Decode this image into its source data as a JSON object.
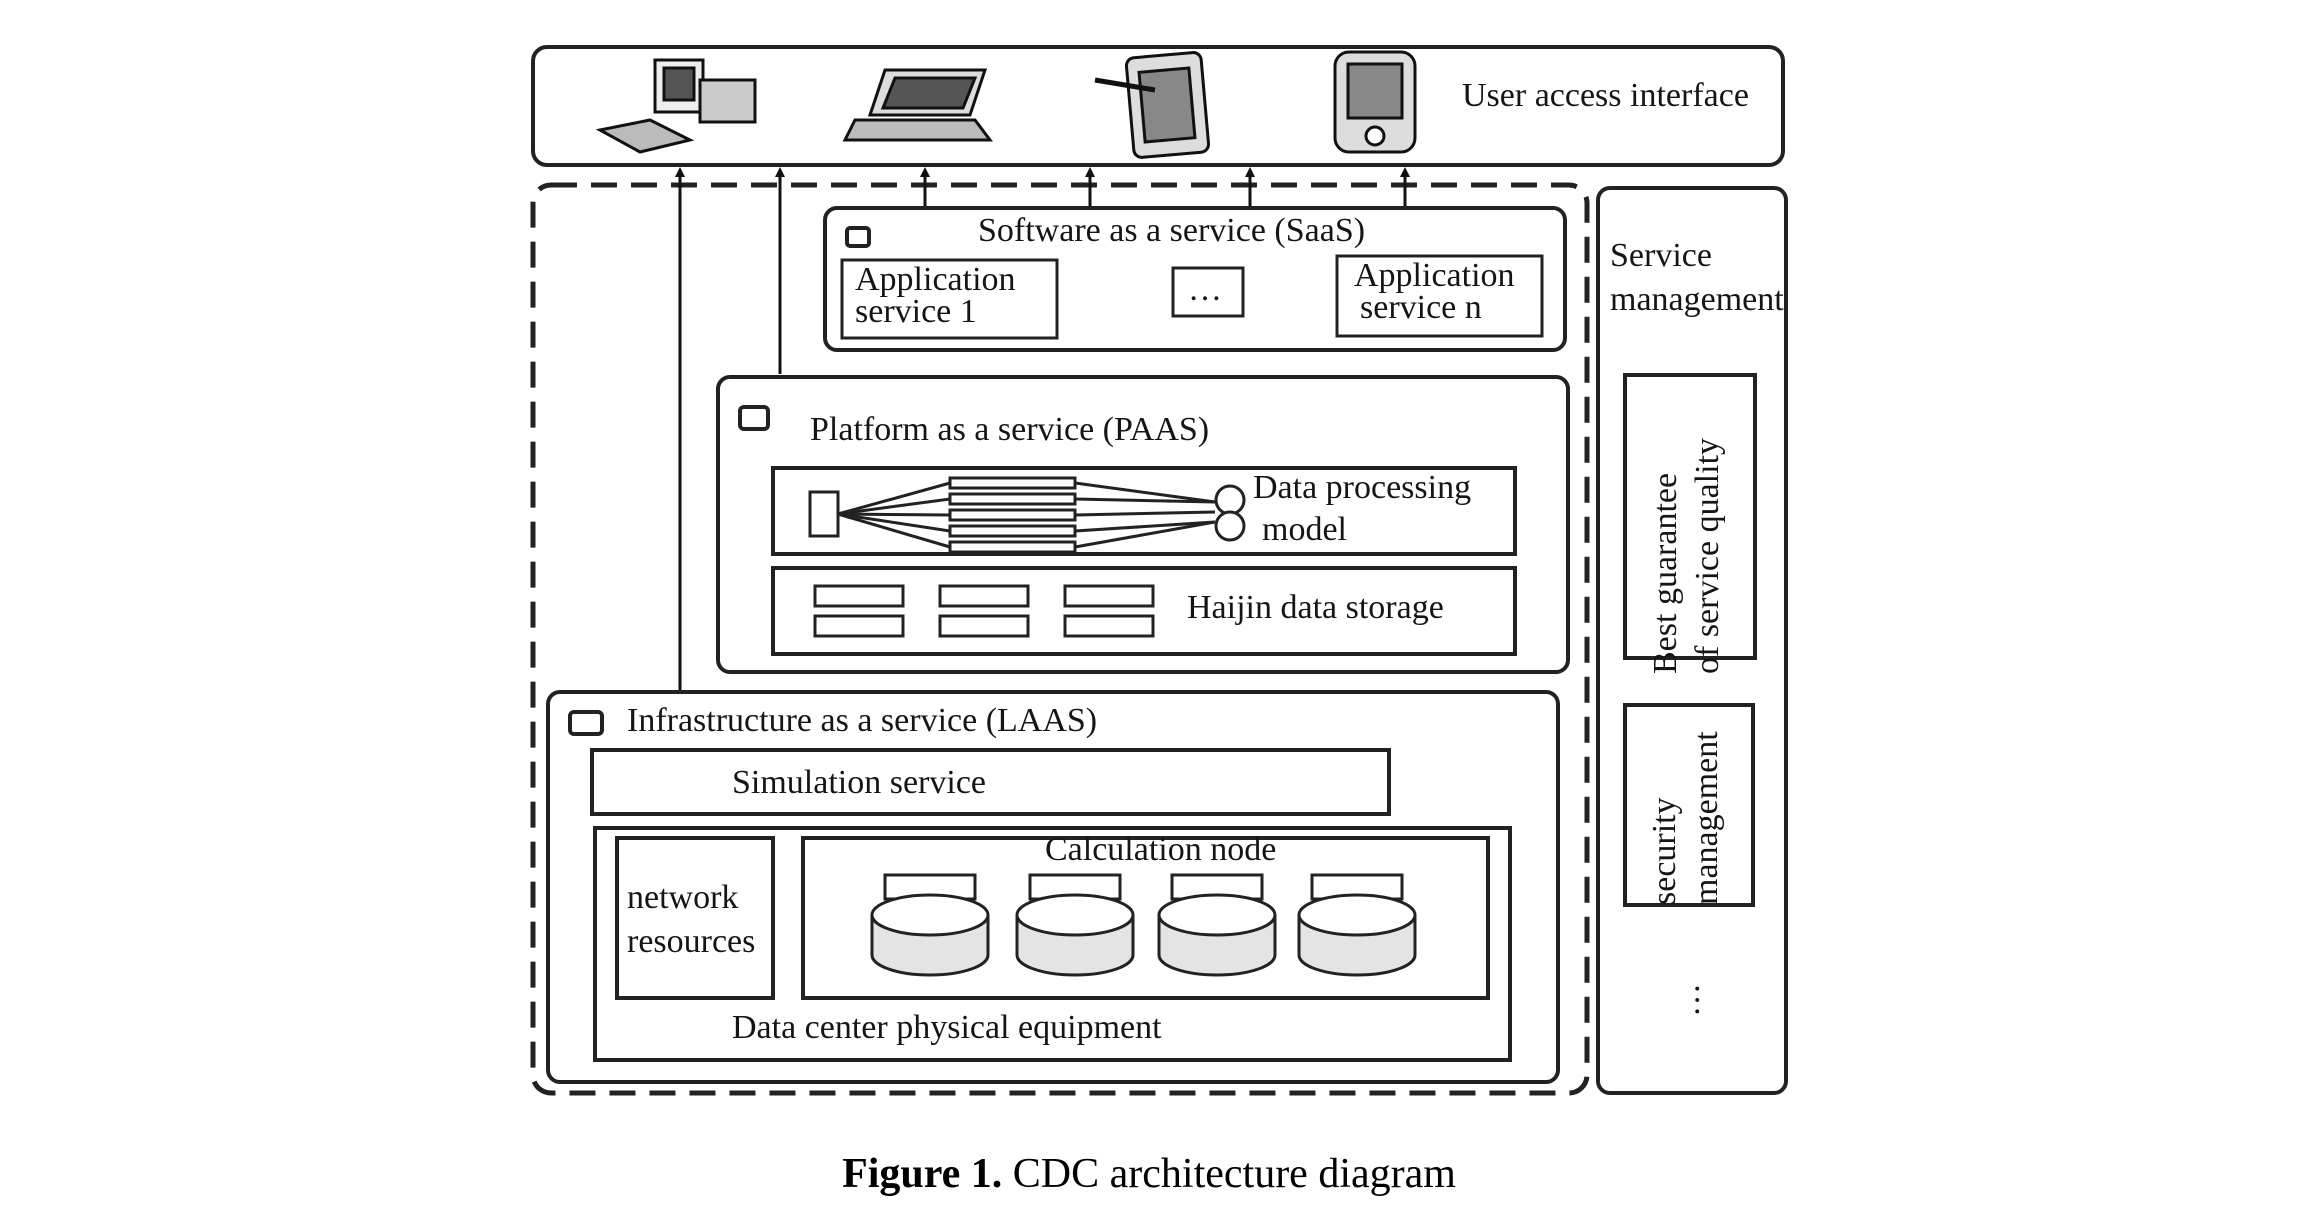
{
  "user_access": {
    "label": "User access interface"
  },
  "saas": {
    "title": "Software as a service (SaaS)",
    "app1": [
      "Application",
      "service 1"
    ],
    "ellipsis": "…",
    "appn": [
      "Application",
      "service n"
    ]
  },
  "paas": {
    "title": "Platform as a service (PAAS)",
    "processing": [
      "Data processing",
      "model"
    ],
    "storage": "Haijin data storage"
  },
  "iaas": {
    "title": "Infrastructure as a service (LAAS)",
    "simulation": "Simulation service",
    "network": [
      "network",
      "resources"
    ],
    "calc_node": "Calculation node",
    "physical": "Data center physical equipment"
  },
  "service_mgmt": {
    "title": [
      "Service",
      "management"
    ],
    "qos": [
      "Best guarantee",
      "of service quality"
    ],
    "security": [
      "security",
      "management"
    ],
    "more": "…"
  },
  "caption": {
    "label": "Figure 1.",
    "text": " CDC architecture diagram"
  }
}
